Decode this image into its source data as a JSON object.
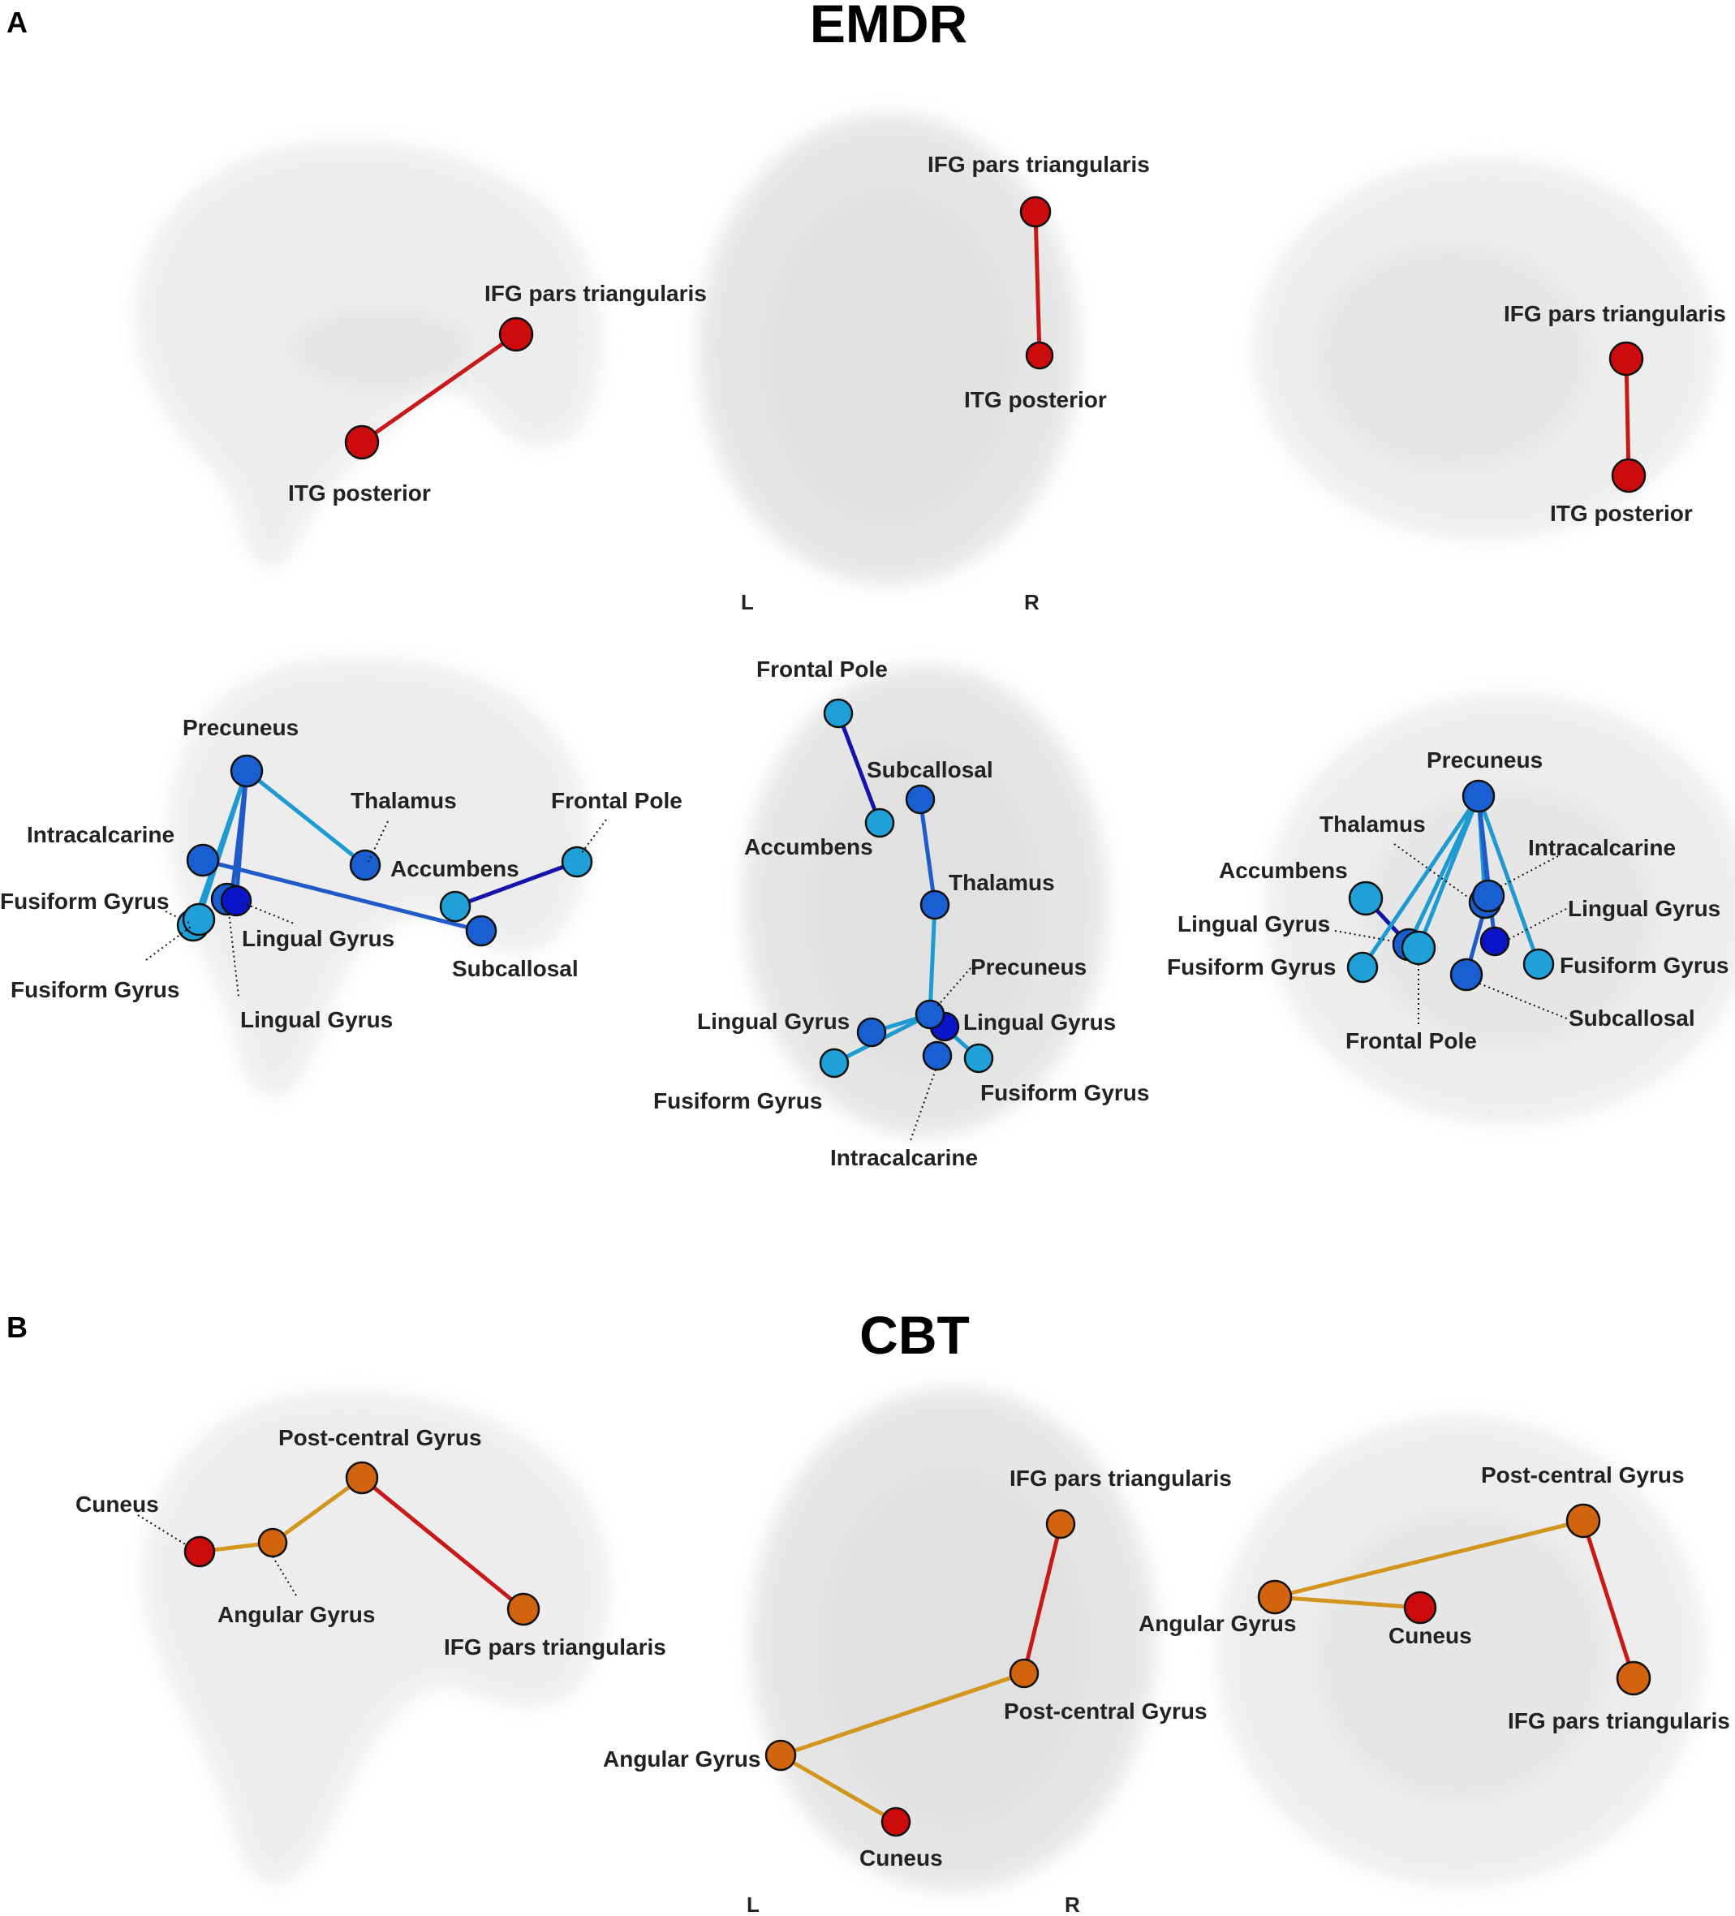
{
  "panel_a_letter": "A",
  "panel_b_letter": "B",
  "emdr_title": "EMDR",
  "cbt_title": "CBT",
  "side_left": "L",
  "side_right": "R",
  "colors": {
    "red": "#cc0c0c",
    "orange": "#d2640f",
    "blue_mid": "#1a5fd2",
    "blue_light": "#1fa0d8",
    "blue_dark": "#0a14c8",
    "edge_red": "#c81818",
    "edge_orange": "#d2961e",
    "edge_light_blue": "#1e9ad2",
    "edge_mid_blue": "#1e5ac8",
    "edge_dark_blue": "#1414aa"
  },
  "labels": {
    "ifg": "IFG pars triangularis",
    "itg": "ITG posterior",
    "precuneus": "Precuneus",
    "thalamus": "Thalamus",
    "frontal_pole": "Frontal Pole",
    "intracalcarine": "Intracalcarine",
    "accumbens": "Accumbens",
    "fusiform": "Fusiform Gyrus",
    "lingual": "Lingual Gyrus",
    "subcallosal": "Subcallosal",
    "postcentral": "Post-central Gyrus",
    "cuneus": "Cuneus",
    "angular": "Angular Gyrus"
  }
}
